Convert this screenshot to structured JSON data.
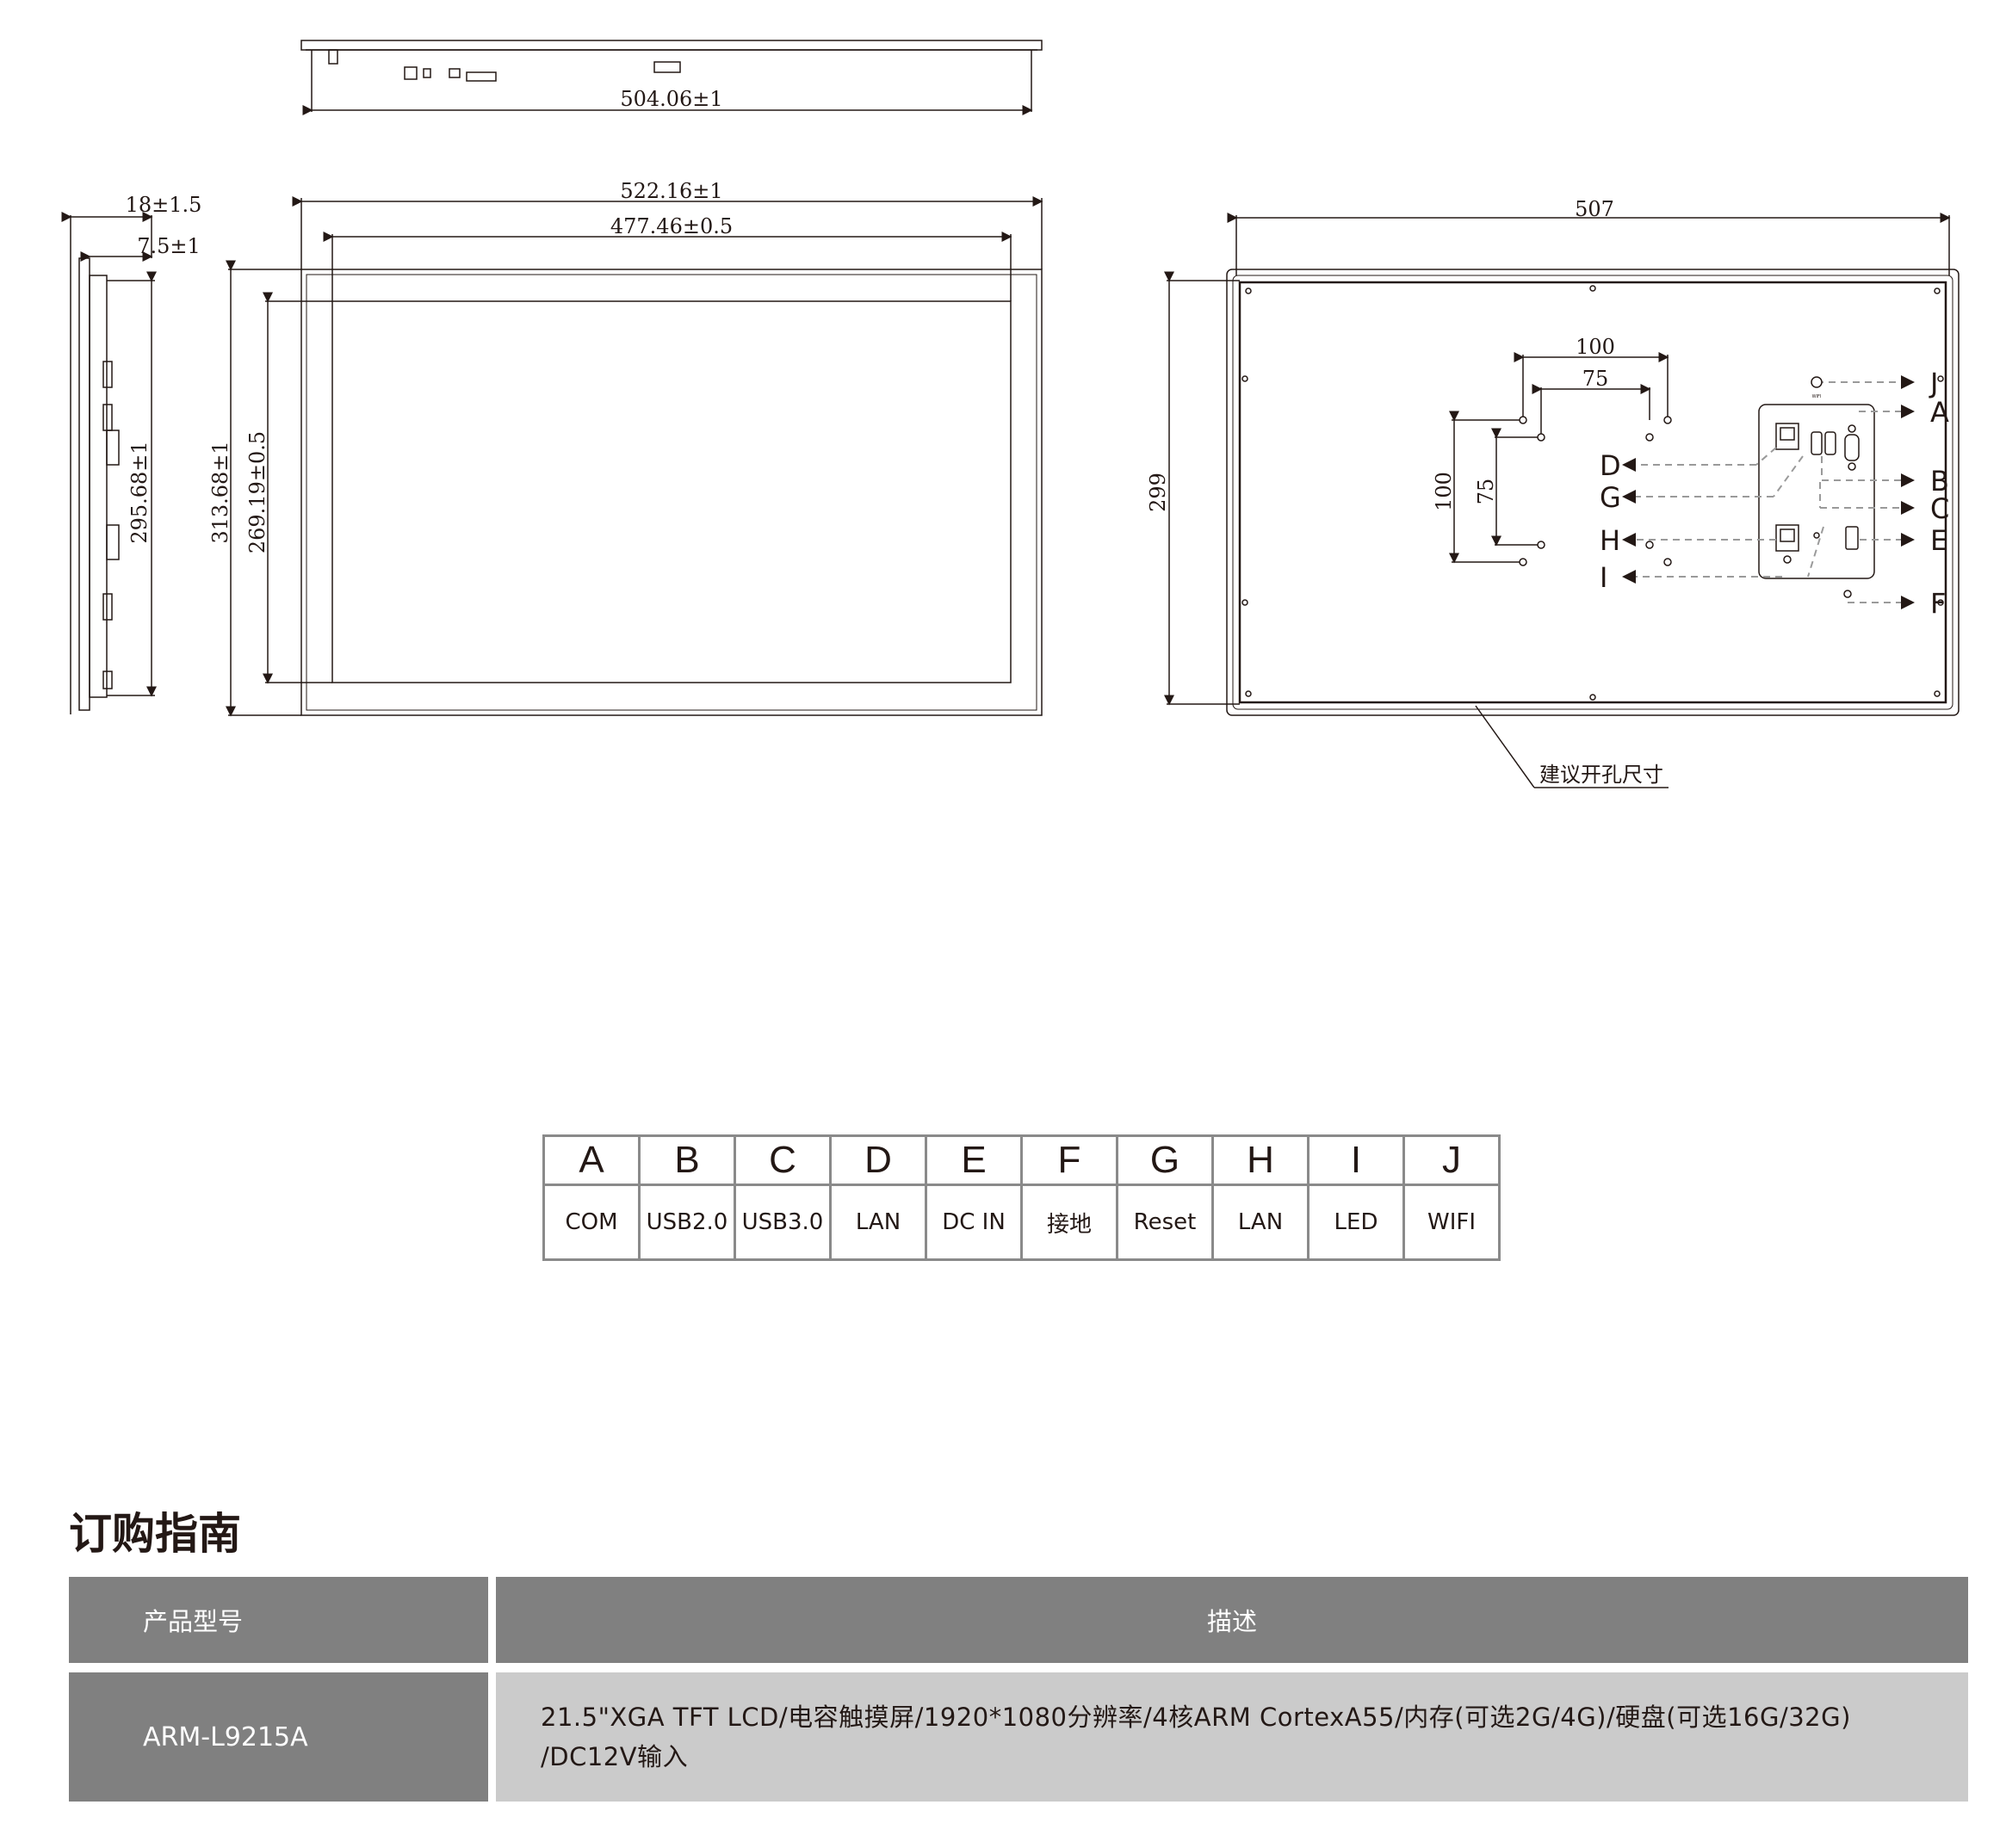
{
  "drawing": {
    "top_view_width": "504.06±1",
    "front_outer_width": "522.16±1",
    "front_inner_width": "477.46±0.5",
    "side_depth": "18±1.5",
    "side_panel_depth": "7.5±1",
    "side_height": "295.68±1",
    "front_outer_height": "313.68±1",
    "front_inner_height": "269.19±0.5",
    "back_width": "507",
    "back_height": "299",
    "vesa_outer_h": "100",
    "vesa_inner_h": "75",
    "vesa_outer_v": "100",
    "vesa_inner_v": "75",
    "cutout_note": "建议开孔尺寸",
    "callouts_right": [
      "J",
      "A",
      "B",
      "C",
      "E",
      "F"
    ],
    "callouts_left": [
      "D",
      "G",
      "H",
      "I"
    ],
    "wifi_mark": "WIFI"
  },
  "ports": {
    "letters": [
      "A",
      "B",
      "C",
      "D",
      "E",
      "F",
      "G",
      "H",
      "I",
      "J"
    ],
    "names": [
      "COM",
      "USB2.0",
      "USB3.0",
      "LAN",
      "DC IN",
      "接地",
      "Reset",
      "LAN",
      "LED",
      "WIFI"
    ]
  },
  "ordering": {
    "title": "订购指南",
    "col_model": "产品型号",
    "col_desc": "描述",
    "model": "ARM-L9215A",
    "desc_line1": "21.5\"XGA TFT LCD/电容触摸屏/1920*1080分辨率/4核ARM CortexA55/内存(可选2G/4G)/硬盘(可选16G/32G)",
    "desc_line2": "/DC12V输入"
  },
  "colors": {
    "line": "#231815",
    "header_bg": "#808080",
    "row_bg": "#cbcbcb",
    "table_border": "#8a8a8a"
  }
}
